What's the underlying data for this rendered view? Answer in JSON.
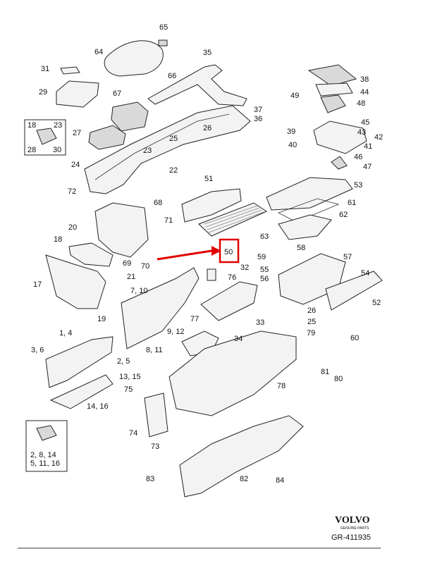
{
  "highlight": {
    "label": "50",
    "color": "#e00000"
  },
  "arrow_color": "#e00000",
  "callouts": {
    "c65": "65",
    "c64": "64",
    "c66": "66",
    "c35": "35",
    "c31": "31",
    "c29": "29",
    "c67": "67",
    "c38": "38",
    "c44": "44",
    "c49": "49",
    "c48": "48",
    "c37": "37",
    "c36": "36",
    "c18a": "18",
    "c23a": "23",
    "c27": "27",
    "c26": "26",
    "c45": "45",
    "c39": "39",
    "c43": "43",
    "c42": "42",
    "c28": "28",
    "c30": "30",
    "c25a": "25",
    "c23b": "23",
    "c40": "40",
    "c41": "41",
    "c46": "46",
    "c24": "24",
    "c22": "22",
    "c47": "47",
    "c51": "51",
    "c53": "53",
    "c72": "72",
    "c68": "68",
    "c61": "61",
    "c62": "62",
    "c20": "20",
    "c71": "71",
    "c18b": "18",
    "c63": "63",
    "c58": "58",
    "c59": "59",
    "c57": "57",
    "c69": "69",
    "c70": "70",
    "c32": "32",
    "c55": "55",
    "c54": "54",
    "c17": "17",
    "c21": "21",
    "c76": "76",
    "c56": "56",
    "c710": "7, 10",
    "c19": "19",
    "c52": "52",
    "c26b": "26",
    "c25b": "25",
    "c33": "33",
    "c77": "77",
    "c912": "9, 12",
    "c79": "79",
    "c14": "1, 4",
    "c34": "34",
    "c60": "60",
    "c36b": "3, 6",
    "c811": "8, 11",
    "c25c": "2, 5",
    "c1315": "13, 15",
    "c81": "81",
    "c80": "80",
    "c78": "78",
    "c75": "75",
    "c1416": "14, 16",
    "c74": "74",
    "c73": "73",
    "c2814": "2, 8, 14",
    "c51116": "5, 11, 16",
    "c83": "83",
    "c82": "82",
    "c84": "84"
  },
  "brand": {
    "name": "VOLVO",
    "tagline": "GENUINE PARTS",
    "code": "GR-411935"
  }
}
